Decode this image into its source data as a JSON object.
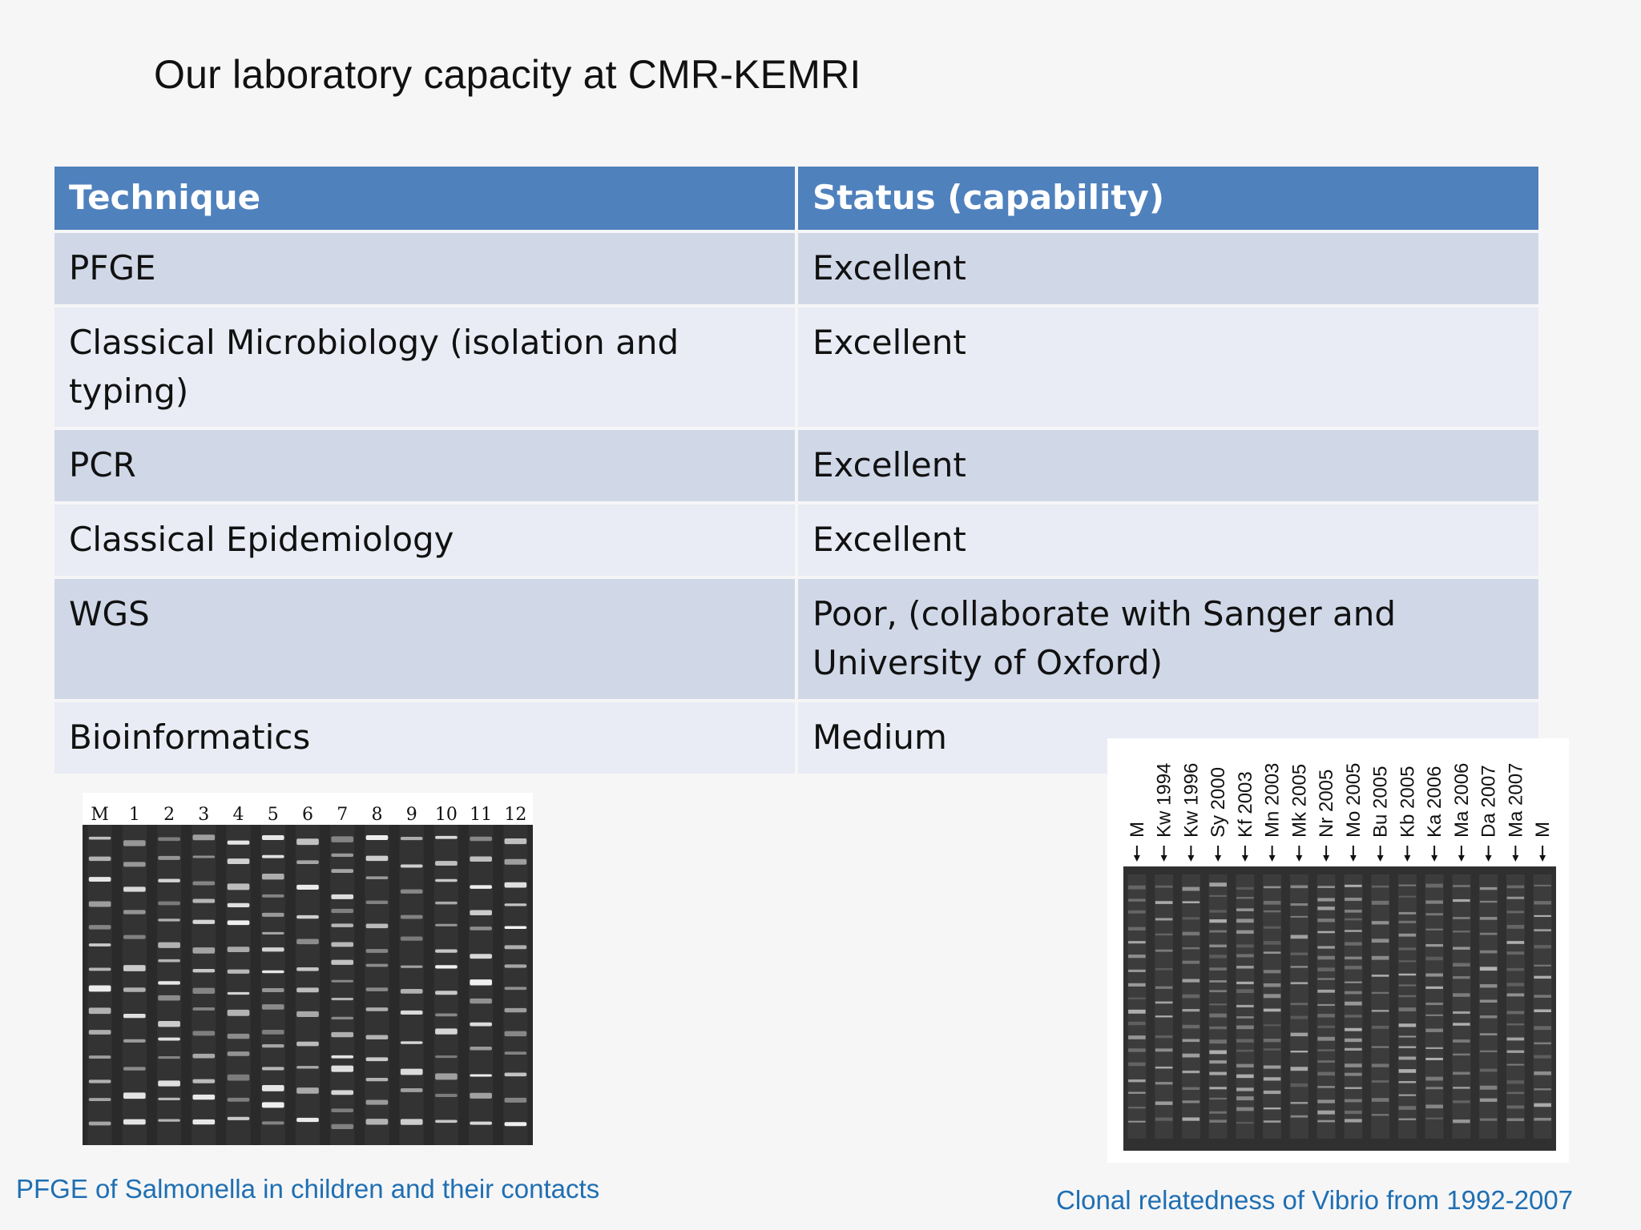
{
  "slide": {
    "title": "Our laboratory capacity at CMR-KEMRI"
  },
  "table": {
    "headers": [
      "Technique",
      "Status (capability)"
    ],
    "rows": [
      {
        "technique": "PFGE",
        "status": "Excellent"
      },
      {
        "technique": "Classical Microbiology (isolation and typing)",
        "status": "Excellent"
      },
      {
        "technique": "PCR",
        "status": "Excellent"
      },
      {
        "technique": "Classical Epidemiology",
        "status": "Excellent"
      },
      {
        "technique": "WGS",
        "status": "Poor, (collaborate with Sanger and University of Oxford)"
      },
      {
        "technique": "Bioinformatics",
        "status": "Medium"
      }
    ]
  },
  "figures": {
    "left": {
      "caption": "PFGE of Salmonella in children and their contacts",
      "lanes": [
        "M",
        "1",
        "2",
        "3",
        "4",
        "5",
        "6",
        "7",
        "8",
        "9",
        "10",
        "11",
        "12"
      ]
    },
    "right": {
      "caption": "Clonal relatedness of Vibrio from 1992-2007",
      "lanes": [
        "M",
        "Kw 1994",
        "Kw 1996",
        "Sy 2000",
        "Kf 2003",
        "Mn 2003",
        "Mk 2005",
        "Nr 2005",
        "Mo 2005",
        "Bu 2005",
        "Kb 2005",
        "Ka 2006",
        "Ma 2006",
        "Da 2007",
        "Ma 2007",
        "M"
      ]
    }
  },
  "colors": {
    "header_bg": "#4f81bd",
    "row_dark": "#d0d8e8",
    "row_light": "#e9ecf4",
    "caption": "#1f6fb2"
  }
}
